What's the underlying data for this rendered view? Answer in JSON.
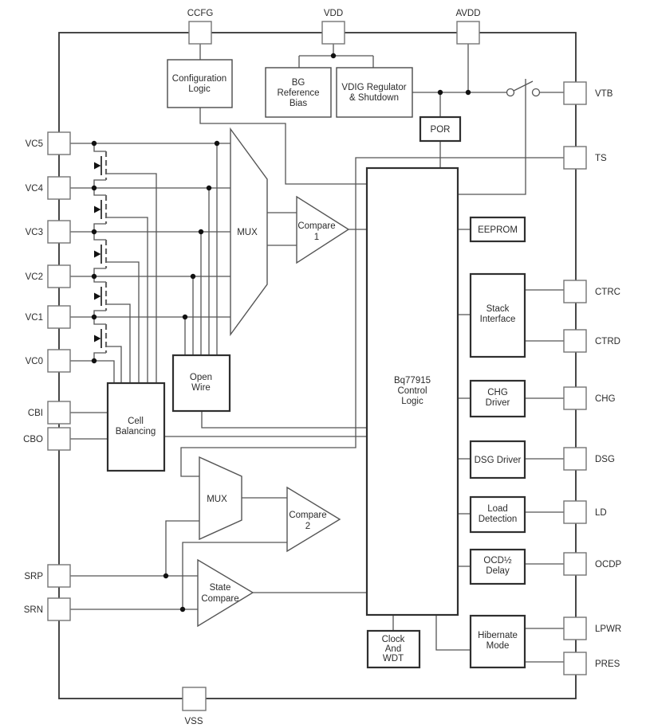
{
  "pins": {
    "top": [
      {
        "label": "CCFG"
      },
      {
        "label": "VDD"
      },
      {
        "label": "AVDD"
      }
    ],
    "bottom": [
      {
        "label": "VSS"
      }
    ],
    "left": [
      {
        "label": "VC5"
      },
      {
        "label": "VC4"
      },
      {
        "label": "VC3"
      },
      {
        "label": "VC2"
      },
      {
        "label": "VC1"
      },
      {
        "label": "VC0"
      },
      {
        "label": "CBI"
      },
      {
        "label": "CBO"
      },
      {
        "label": "SRP"
      },
      {
        "label": "SRN"
      }
    ],
    "right": [
      {
        "label": "VTB"
      },
      {
        "label": "TS"
      },
      {
        "label": "CTRC"
      },
      {
        "label": "CTRD"
      },
      {
        "label": "CHG"
      },
      {
        "label": "DSG"
      },
      {
        "label": "LD"
      },
      {
        "label": "OCDP"
      },
      {
        "label": "LPWR"
      },
      {
        "label": "PRES"
      }
    ]
  },
  "blocks": {
    "configuration_logic": {
      "lines": [
        "Configuration",
        "Logic"
      ]
    },
    "bg_reference_bias": {
      "lines": [
        "BG",
        "Reference",
        "Bias"
      ]
    },
    "vdig_regulator": {
      "lines": [
        "VDIG Regulator",
        "& Shutdown"
      ]
    },
    "por": {
      "lines": [
        "POR"
      ]
    },
    "eeprom": {
      "lines": [
        "EEPROM"
      ]
    },
    "control_logic": {
      "lines": [
        "Bq77915",
        "Control",
        "Logic"
      ]
    },
    "stack_interface": {
      "lines": [
        "Stack",
        "Interface"
      ]
    },
    "chg_driver": {
      "lines": [
        "CHG",
        "Driver"
      ]
    },
    "dsg_driver": {
      "lines": [
        "DSG Driver"
      ]
    },
    "load_detection": {
      "lines": [
        "Load",
        "Detection"
      ]
    },
    "ocd_delay": {
      "lines": [
        "OCD½",
        "Delay"
      ]
    },
    "hibernate_mode": {
      "lines": [
        "Hibernate",
        "Mode"
      ]
    },
    "open_wire": {
      "lines": [
        "Open",
        "Wire"
      ]
    },
    "cell_balancing": {
      "lines": [
        "Cell",
        "Balancing"
      ]
    },
    "clock_wdt": {
      "lines": [
        "Clock",
        "And",
        "WDT"
      ]
    },
    "mux1": {
      "lines": [
        "MUX"
      ]
    },
    "mux2": {
      "lines": [
        "MUX"
      ]
    },
    "compare1": {
      "lines": [
        "Compare",
        "1"
      ]
    },
    "compare2": {
      "lines": [
        "Compare",
        "2"
      ]
    },
    "state_compare": {
      "lines": [
        "State",
        "Compare"
      ]
    }
  },
  "colors": {
    "background": "#ffffff",
    "wire": "#555555",
    "thick_box_border": "#2f2f2f",
    "thin_box_border": "#4a4a4a",
    "pin_border": "#757575",
    "text": "#2b2b2b"
  }
}
